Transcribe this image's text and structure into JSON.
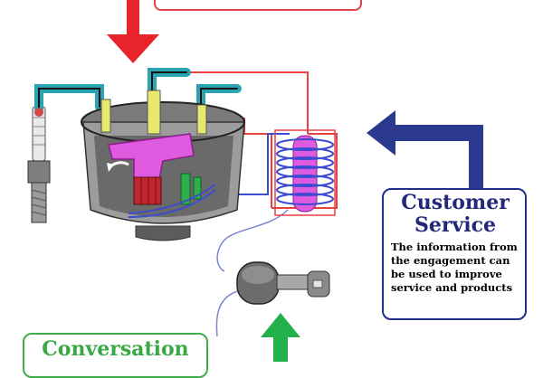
{
  "service_card": {
    "title": "Customer Service",
    "body": "The information from the engagement can be used to improve service and products"
  },
  "conversation_card": {
    "title": "Conversation"
  },
  "colors": {
    "red_arrow": "#e8232a",
    "blue_arrow": "#2b3a8f",
    "green_arrow": "#22b04b",
    "title_blue": "#22277a",
    "title_green": "#3aa845",
    "rotor_magenta": "#e05adf",
    "cap_teal": "#2aa3b3"
  }
}
